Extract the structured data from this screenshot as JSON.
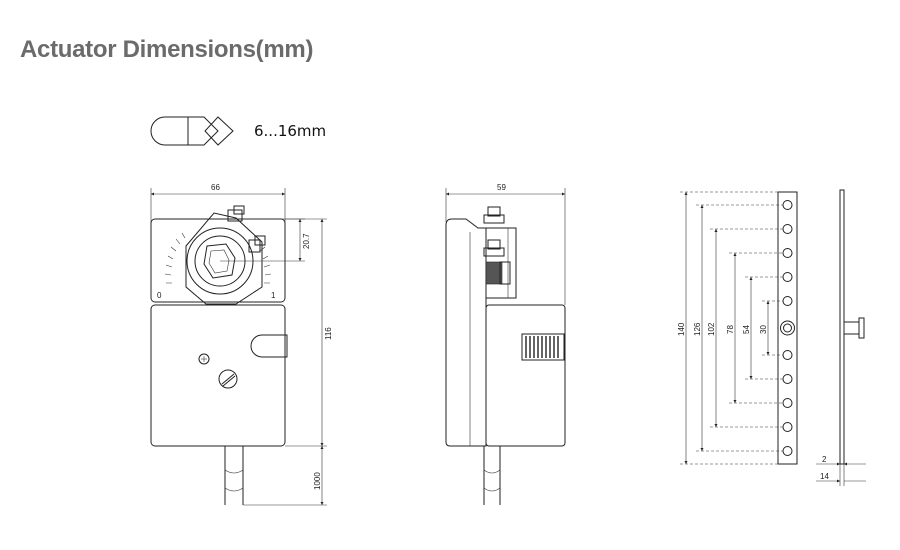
{
  "title": "Actuator Dimensions(mm)",
  "shaft": {
    "range_label": "6...16mm",
    "icons": [
      "round-shaft-icon",
      "square-shaft-icon"
    ]
  },
  "front_view": {
    "width_label": "66",
    "clamp_offset_label": "20.7",
    "body_height_label": "116",
    "cable_length_label": "1000",
    "scale_min_label": "0",
    "scale_max_label": "1"
  },
  "side_view": {
    "width_label": "59"
  },
  "bracket_view": {
    "hole_spacing_labels": [
      "140",
      "126",
      "102",
      "78",
      "54",
      "30"
    ],
    "thickness_label": "2",
    "pin_length_label": "14"
  }
}
